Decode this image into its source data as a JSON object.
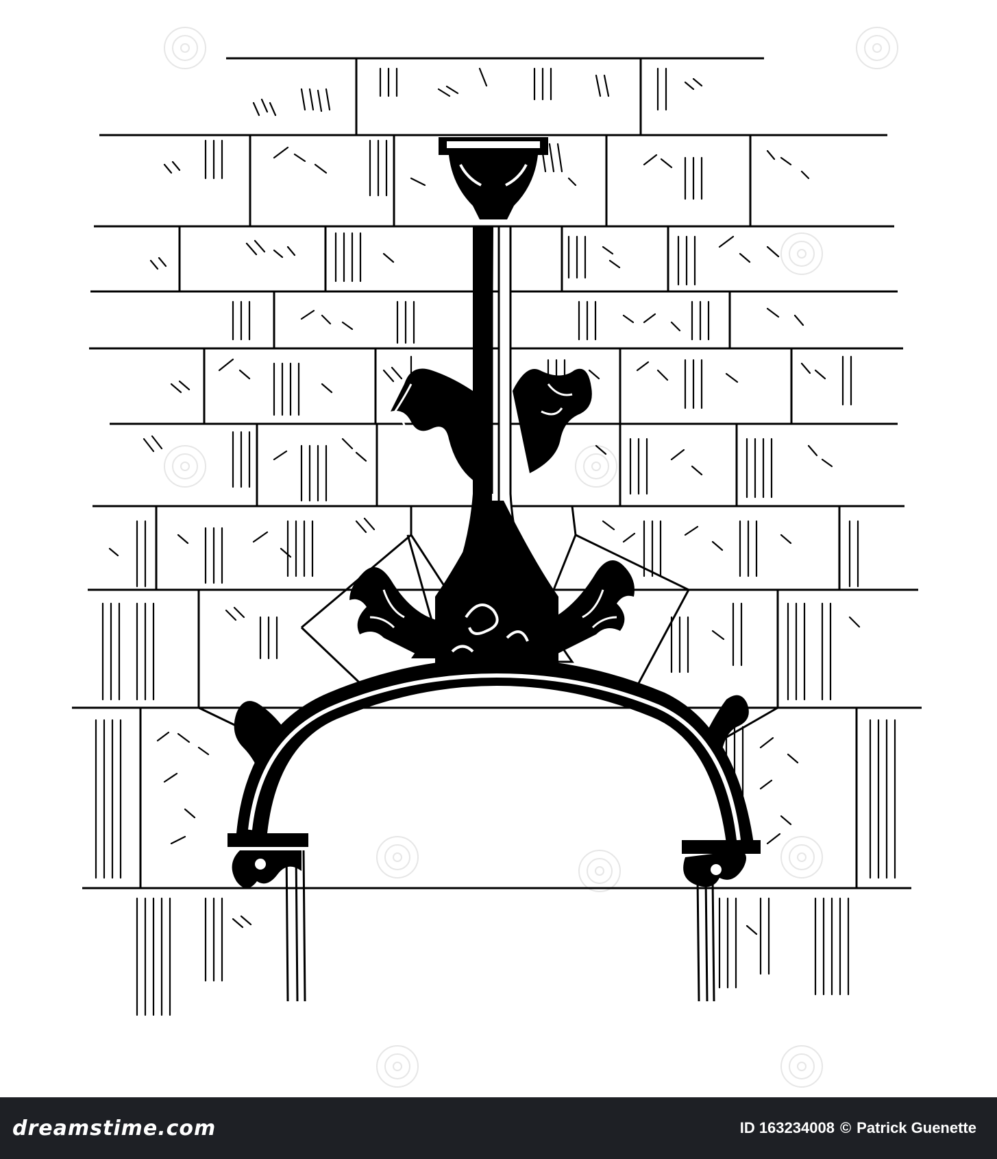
{
  "footer": {
    "brand": "dreamstime.com",
    "image_id": "ID 163234008",
    "copyright_symbol": "©",
    "author": "Patrick Guenette"
  },
  "colors": {
    "ink": "#000000",
    "paper": "#ffffff",
    "footer_bg": "#1e2025",
    "footer_text": "#ffffff",
    "watermark": "#e6e6e6"
  },
  "icons": {
    "watermark": "swirl-watermark-icon"
  }
}
